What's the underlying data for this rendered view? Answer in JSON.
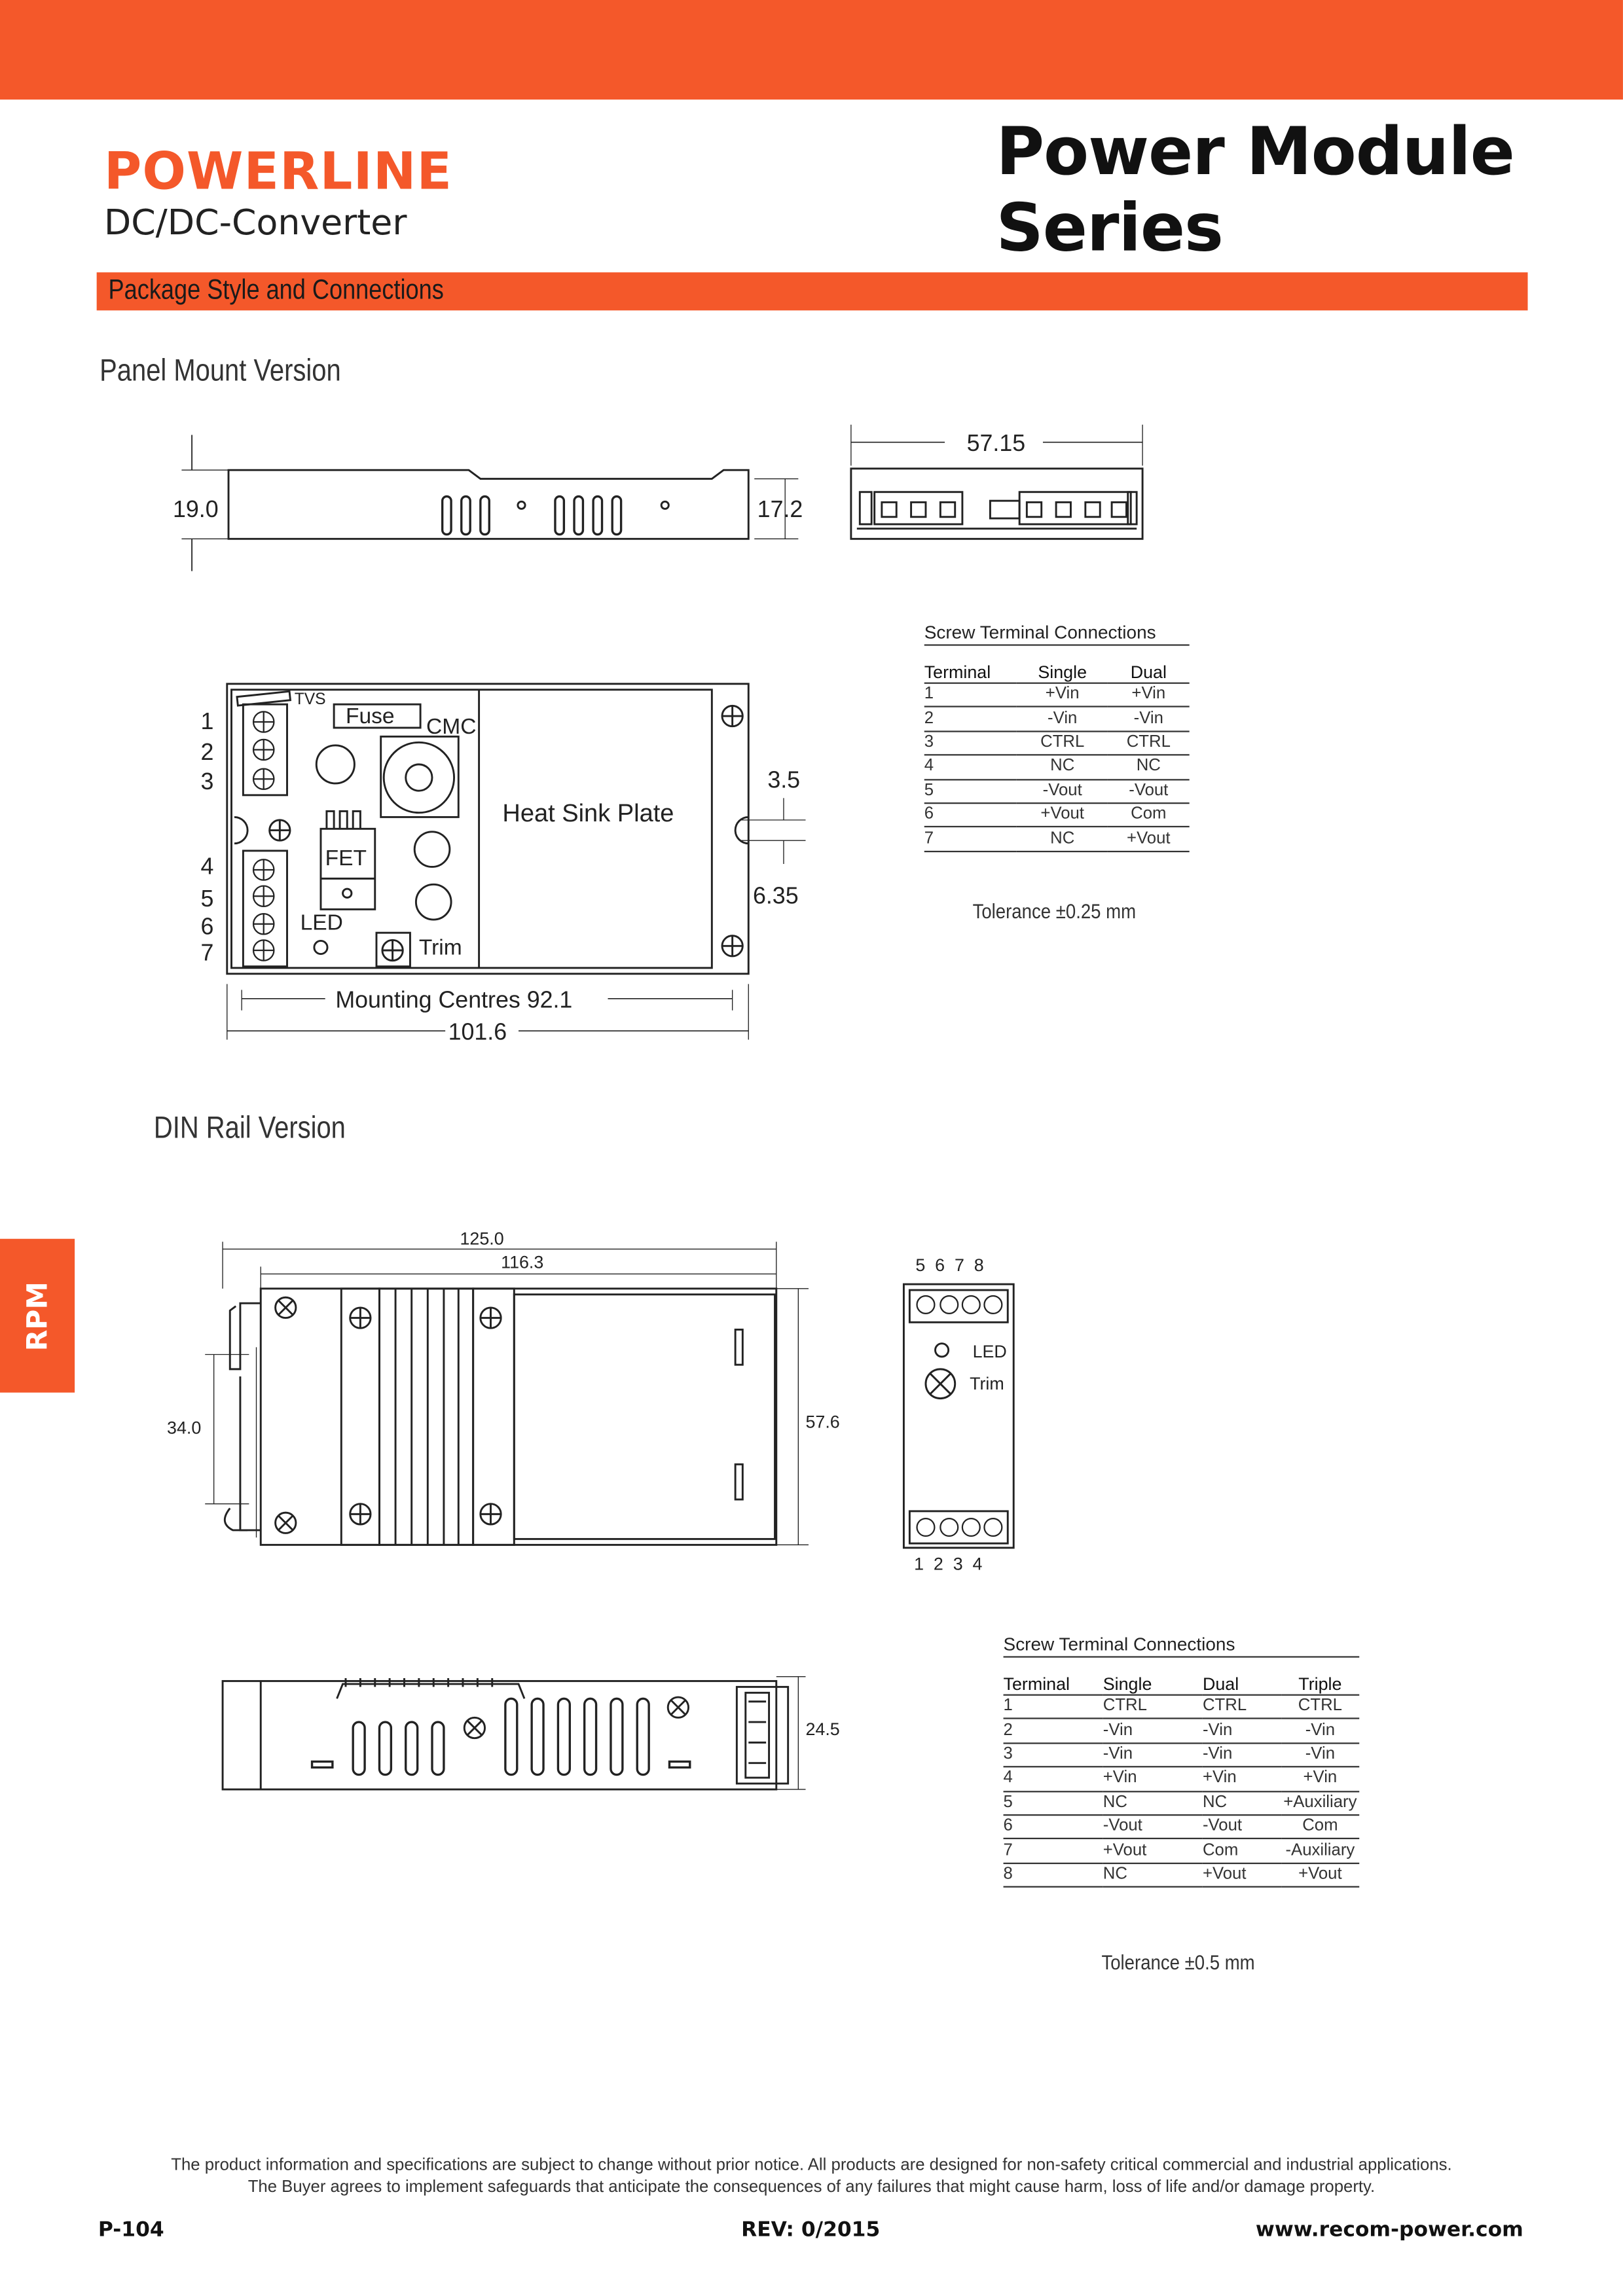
{
  "header": {
    "brand": "POWERLINE",
    "subtitle": "DC/DC-Converter",
    "title_line1": "Power Module",
    "title_line2": "Series",
    "section": "Package Style and Connections"
  },
  "colors": {
    "accent": "#F4582A"
  },
  "side_tab": "RPM",
  "panel": {
    "heading": "Panel Mount Version",
    "dims": {
      "height": "19.0",
      "height2": "17.2",
      "width_end": "57.15",
      "hole": "3.5",
      "hole_offset": "6.35",
      "mounting": "Mounting Centres 92.1",
      "length": "101.6"
    },
    "labels": {
      "tvs": "TVS",
      "fuse": "Fuse",
      "cmc": "CMC",
      "fet": "FET",
      "led": "LED",
      "trim": "Trim",
      "heatsink": "Heat Sink Plate"
    },
    "pins": [
      "1",
      "2",
      "3",
      "4",
      "5",
      "6",
      "7"
    ],
    "table": {
      "title": "Screw Terminal Connections",
      "headers": [
        "Terminal",
        "Single",
        "Dual"
      ],
      "rows": [
        [
          "1",
          "+Vin",
          "+Vin"
        ],
        [
          "2",
          "-Vin",
          "-Vin"
        ],
        [
          "3",
          "CTRL",
          "CTRL"
        ],
        [
          "4",
          "NC",
          "NC"
        ],
        [
          "5",
          "-Vout",
          "-Vout"
        ],
        [
          "6",
          "+Vout",
          "Com"
        ],
        [
          "7",
          "NC",
          "+Vout"
        ]
      ]
    },
    "tolerance": "Tolerance ±0.25 mm"
  },
  "din": {
    "heading": "DIN Rail Version",
    "dims": {
      "length": "125.0",
      "inner": "116.3",
      "rail": "34.0",
      "height": "57.6",
      "depth": "24.5"
    },
    "pins_top": "5  6  7  8",
    "pins_bottom": "1  2  3  4",
    "labels": {
      "led": "LED",
      "trim": "Trim"
    },
    "table": {
      "title": "Screw Terminal Connections",
      "headers": [
        "Terminal",
        "Single",
        "Dual",
        "Triple"
      ],
      "rows": [
        [
          "1",
          "CTRL",
          "CTRL",
          "CTRL"
        ],
        [
          "2",
          "-Vin",
          "-Vin",
          "-Vin"
        ],
        [
          "3",
          "-Vin",
          "-Vin",
          "-Vin"
        ],
        [
          "4",
          "+Vin",
          "+Vin",
          "+Vin"
        ],
        [
          "5",
          "NC",
          "NC",
          "+Auxiliary"
        ],
        [
          "6",
          "-Vout",
          "-Vout",
          "Com"
        ],
        [
          "7",
          "+Vout",
          "Com",
          "-Auxiliary"
        ],
        [
          "8",
          "NC",
          "+Vout",
          "+Vout"
        ]
      ]
    },
    "tolerance": "Tolerance ±0.5 mm"
  },
  "footer": {
    "disclaimer1": "The product information and specifications are subject to change without prior notice. All products are designed for non-safety critical commercial and industrial applications.",
    "disclaimer2": "The Buyer agrees to implement safeguards that anticipate the consequences of any failures that might cause harm, loss of life and/or damage property.",
    "page": "P-104",
    "rev": "REV: 0/2015",
    "url": "www.recom-power.com"
  }
}
